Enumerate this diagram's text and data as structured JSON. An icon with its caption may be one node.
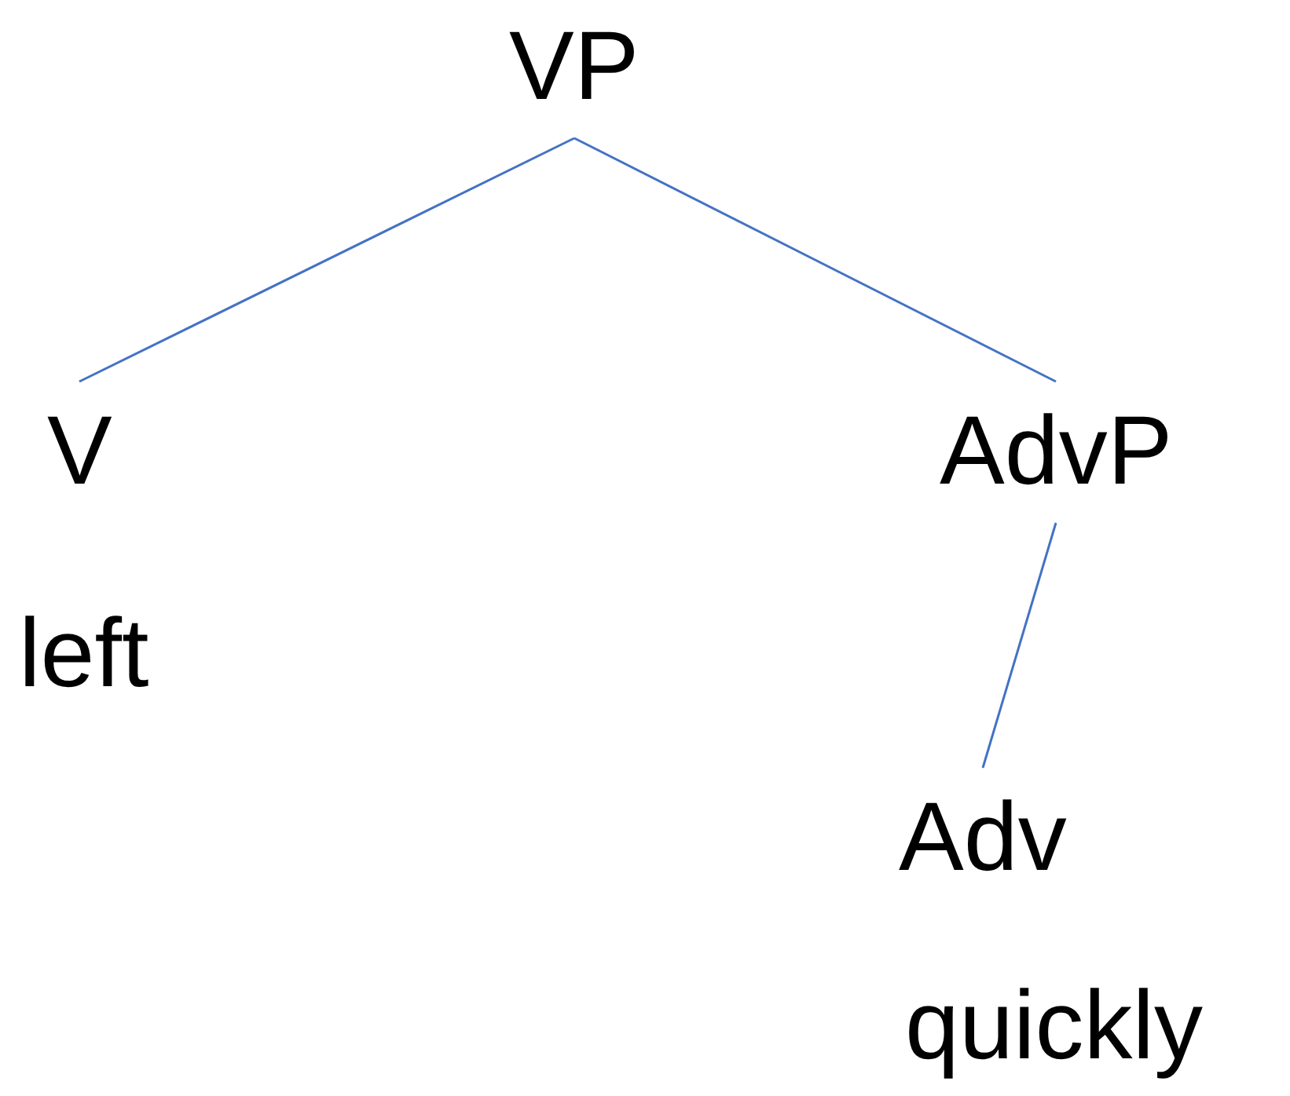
{
  "diagram": {
    "nodes": [
      {
        "text": [
          "VP"
        ]
      },
      {
        "text": [
          "V"
        ],
        "beside": [
          "left"
        ]
      },
      {
        "text": [
          "AdvP"
        ]
      },
      {
        "text": [
          "Adv"
        ],
        "beside": [
          "quickly"
        ]
      }
    ],
    "edges": [
      {
        "from": 0,
        "to": 1,
        "arrow": "none",
        "color": "#4472c4"
      },
      {
        "from": 0,
        "to": 2,
        "arrow": "none",
        "color": "#4472c4"
      },
      {
        "from": 2,
        "to": 3,
        "arrow": "none",
        "color": "#4472c4"
      }
    ]
  }
}
